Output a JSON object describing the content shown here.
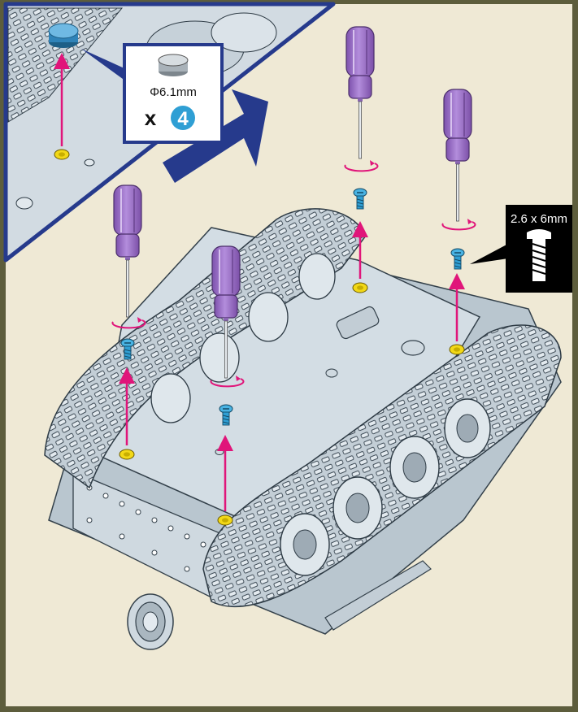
{
  "inset": {
    "part_size": "Φ6.1mm",
    "quantity_prefix": "x",
    "quantity": "4"
  },
  "screw_callout": {
    "size": "2.6 x 6mm"
  },
  "colors": {
    "background": "#efe9d5",
    "frame": "#5d5d3c",
    "inset_border": "#263a8c",
    "arrow_accent": "#e0157a",
    "screwdriver": "#9b6ec6",
    "screw": "#2f9fd4",
    "mount_point": "#f2d817",
    "hull": "#cdd8df"
  },
  "icons": [
    "screwdriver-icon",
    "screw-icon",
    "rubber-foot-icon",
    "rotation-arrow-icon",
    "quantity-badge-icon"
  ]
}
